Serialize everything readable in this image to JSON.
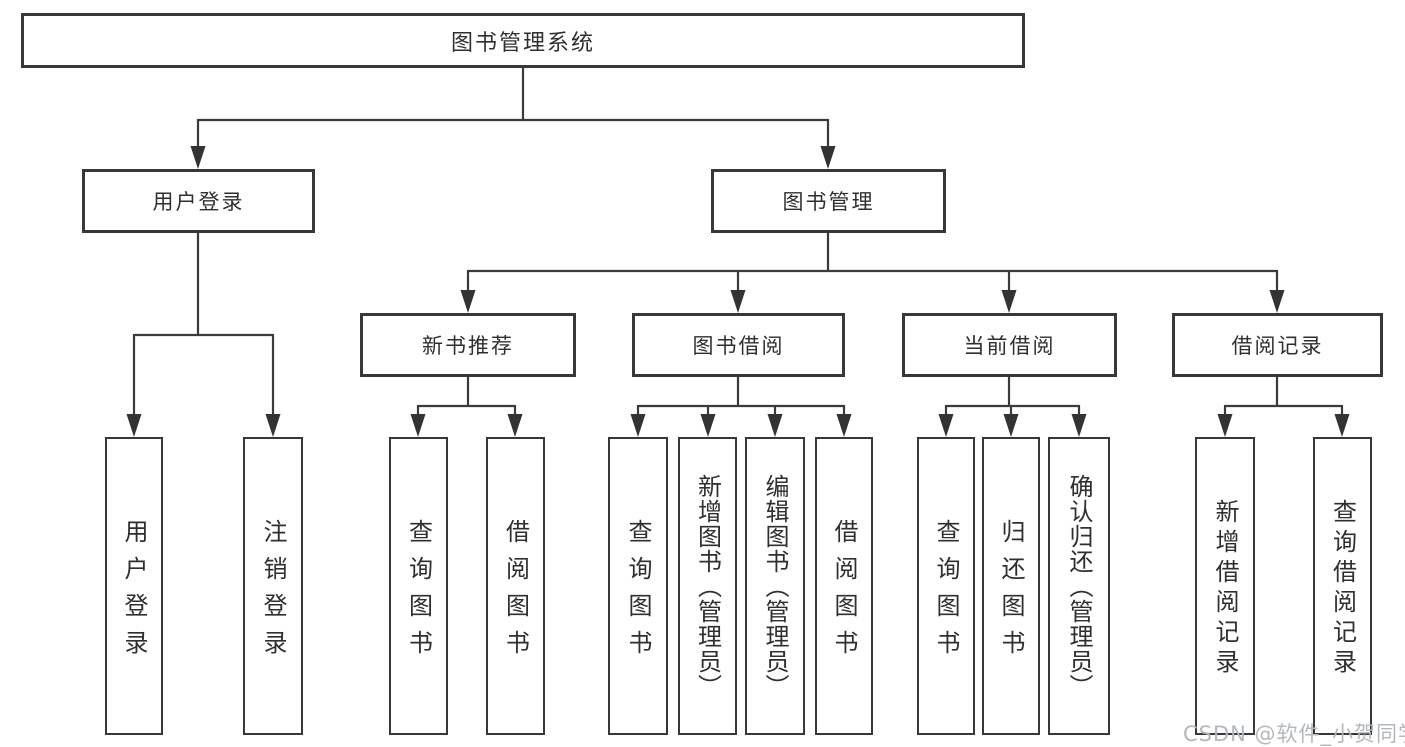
{
  "diagram": {
    "root": {
      "label": "图书管理系统"
    },
    "branches": [
      {
        "label": "用户登录",
        "children": [
          {
            "label": "用户登录"
          },
          {
            "label": "注销登录"
          }
        ]
      },
      {
        "label": "图书管理",
        "children": [
          {
            "label": "新书推荐",
            "children": [
              {
                "label": "查询图书"
              },
              {
                "label": "借阅图书"
              }
            ]
          },
          {
            "label": "图书借阅",
            "children": [
              {
                "label": "查询图书"
              },
              {
                "label": "新增图书（管理员）"
              },
              {
                "label": "编辑图书（管理员）"
              },
              {
                "label": "借阅图书"
              }
            ]
          },
          {
            "label": "当前借阅",
            "children": [
              {
                "label": "查询图书"
              },
              {
                "label": "归还图书"
              },
              {
                "label": "确认归还（管理员）"
              }
            ]
          },
          {
            "label": "借阅记录",
            "children": [
              {
                "label": "新增借阅记录"
              },
              {
                "label": "查询借阅记录"
              }
            ]
          }
        ]
      }
    ]
  },
  "watermark": {
    "text": "CSDN @软件_小贺同学"
  },
  "colors": {
    "line": "#3a3a3a",
    "box_border": "#383838",
    "text": "#2f2f2f",
    "watermark": "#b2b8be",
    "background": "#ffffff"
  }
}
